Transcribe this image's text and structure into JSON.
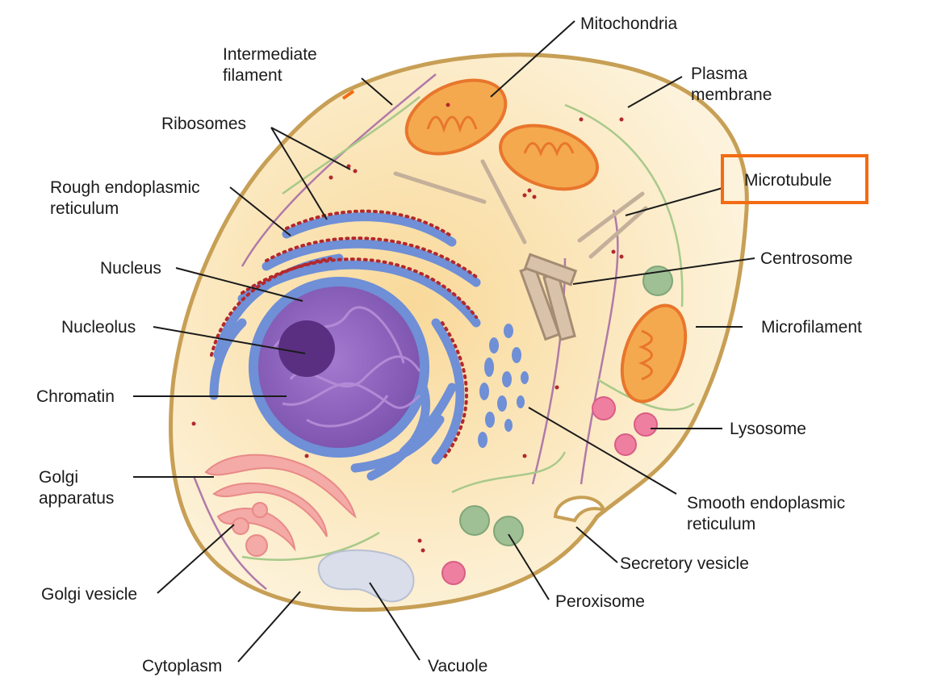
{
  "labels": {
    "intermediate_filament": "Intermediate\nfilament",
    "ribosomes": "Ribosomes",
    "rough_er": "Rough endoplasmic\nreticulum",
    "nucleus": "Nucleus",
    "nucleolus": "Nucleolus",
    "chromatin": "Chromatin",
    "golgi_apparatus": "Golgi\napparatus",
    "golgi_vesicle": "Golgi vesicle",
    "cytoplasm": "Cytoplasm",
    "vacuole": "Vacuole",
    "peroxisome": "Peroxisome",
    "secretory_vesicle": "Secretory vesicle",
    "smooth_er": "Smooth endoplasmic\nreticulum",
    "lysosome": "Lysosome",
    "microfilament": "Microfilament",
    "centrosome": "Centrosome",
    "microtubule": "Microtubule",
    "plasma_membrane": "Plasma\nmembrane",
    "mitochondria": "Mitochondria"
  },
  "highlighted": "microtubule",
  "colors": {
    "highlight": "#f36b12",
    "membrane": "#c9a45a",
    "cytoplasm": "#fbecc8",
    "nucleus": "#8a62b8",
    "er": "#6f8fd6",
    "ribosome": "#b3282d",
    "mitochondria": "#f0883c",
    "golgi": "#f2a3a3",
    "lysosome": "#e9799a",
    "peroxisome": "#9fbf95",
    "vacuole": "#d9deea"
  }
}
